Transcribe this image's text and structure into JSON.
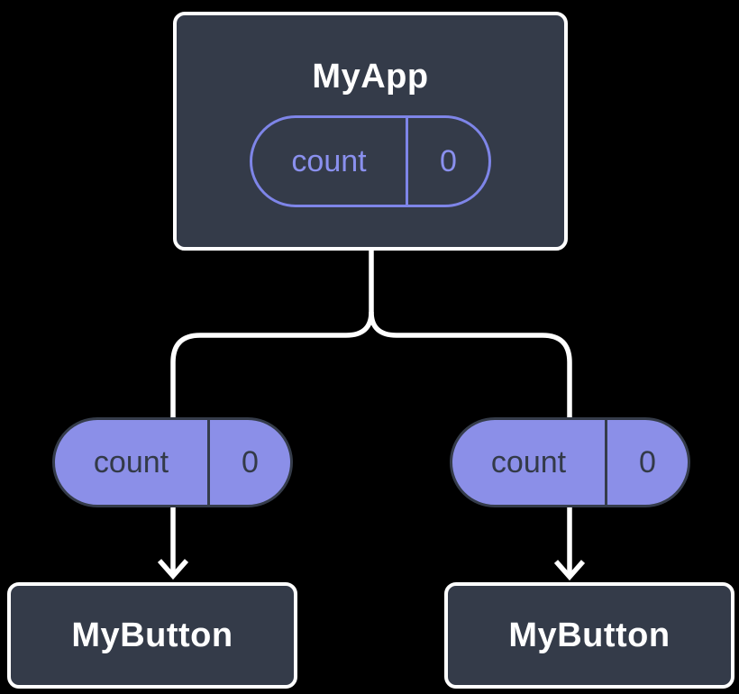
{
  "diagram": {
    "type": "component-tree",
    "description": "React lifting-state diagram: parent component holding state passed to two children",
    "root": {
      "label": "MyApp",
      "state": {
        "name": "count",
        "value": "0"
      }
    },
    "props_passed": [
      {
        "name": "count",
        "value": "0"
      },
      {
        "name": "count",
        "value": "0"
      }
    ],
    "children": [
      {
        "label": "MyButton"
      },
      {
        "label": "MyButton"
      }
    ],
    "colors": {
      "background": "#000000",
      "node_fill": "#343B49",
      "node_border": "#FFFFFF",
      "pill_fill": "#8B8FE8",
      "pill_outline_stroke": "#7E85E8",
      "pill_outline_text": "#8A90EE",
      "pill_dark_text": "#333A48",
      "connector": "#FFFFFF"
    }
  }
}
